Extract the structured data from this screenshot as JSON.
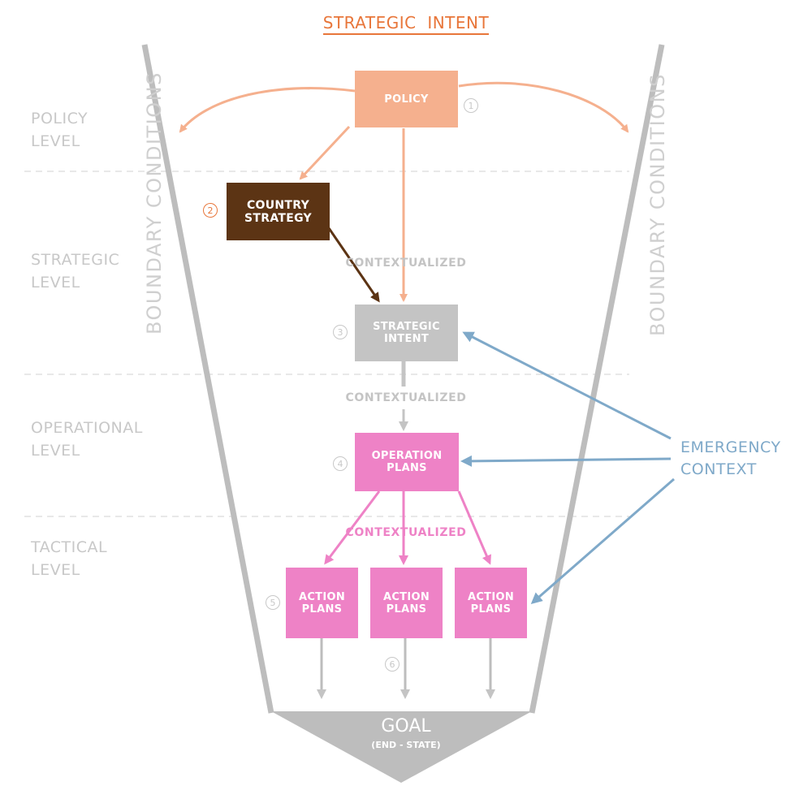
{
  "title": "STRATEGIC  INTENT",
  "levels": {
    "policy": [
      "POLICY",
      "LEVEL"
    ],
    "strategic": [
      "STRATEGIC",
      "LEVEL"
    ],
    "operational": [
      "OPERATIONAL",
      "LEVEL"
    ],
    "tactical": [
      "TACTICAL",
      "LEVEL"
    ]
  },
  "boundary_label": "BOUNDARY CONDITIONS",
  "boxes": {
    "policy": "POLICY",
    "country_strategy": [
      "COUNTRY",
      "STRATEGY"
    ],
    "strategic_intent": [
      "STRATEGIC",
      "INTENT"
    ],
    "operation_plans": [
      "OPERATION",
      "PLANS"
    ],
    "action_plans": [
      "ACTION",
      "PLANS"
    ]
  },
  "contextualized": "CONTEXTUALIZED",
  "numbers": [
    "1",
    "2",
    "3",
    "4",
    "5",
    "6"
  ],
  "emergency_context": [
    "EMERGENCY",
    "CONTEXT"
  ],
  "goal": {
    "label": "GOAL",
    "sub": "(END - STATE)"
  },
  "colors": {
    "title": "#e8763a",
    "policy": "#f5b08e",
    "country_strategy": "#5c3414",
    "strategic_intent": "#c4c4c4",
    "operation": "#ee82c6",
    "emergency": "#7fa9c9",
    "funnel": "#bdbdbd",
    "level_text": "#c8c8c8"
  }
}
